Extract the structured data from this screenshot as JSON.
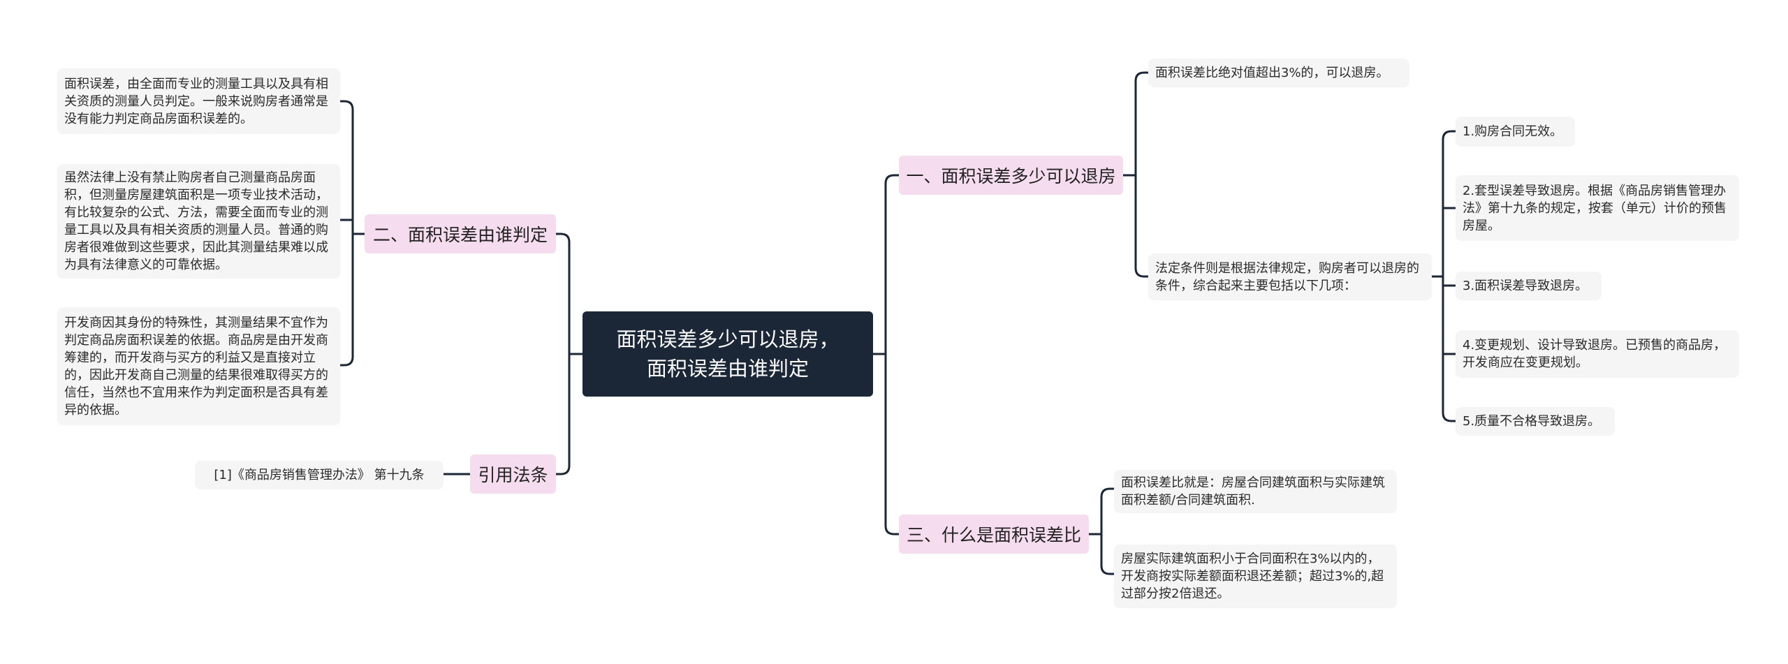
{
  "root": {
    "line1": "面积误差多少可以退房，",
    "line2": "面积误差由谁判定"
  },
  "left": {
    "branch_who": {
      "label": "二、面积误差由谁判定",
      "leaves": [
        "面积误差，由全面而专业的测量工具以及具有相关资质的测量人员判定。一般来说购房者通常是没有能力判定商品房面积误差的。",
        "虽然法律上没有禁止购房者自己测量商品房面积，但测量房屋建筑面积是一项专业技术活动，有比较复杂的公式、方法，需要全面而专业的测量工具以及具有相关资质的测量人员。普通的购房者很难做到这些要求，因此其测量结果难以成为具有法律意义的可靠依据。",
        "开发商因其身份的特殊性，其测量结果不宜作为判定商品房面积误差的依据。商品房是由开发商筹建的，而开发商与买方的利益又是直接对立的，因此开发商自己测量的结果很难取得买方的信任，当然也不宜用来作为判定面积是否具有差异的依据。"
      ]
    },
    "branch_cite": {
      "label": "引用法条",
      "leaves": [
        "[1]《商品房销售管理办法》 第十九条"
      ]
    }
  },
  "right": {
    "branch_refund": {
      "label": "一、面积误差多少可以退房",
      "leaves": [
        "面积误差比绝对值超出3%的，可以退房。",
        "法定条件则是根据法律规定，购房者可以退房的条件，综合起来主要包括以下几项："
      ],
      "sub_items": [
        "1.购房合同无效。",
        "2.套型误差导致退房。根据《商品房销售管理办法》第十九条的规定，按套（单元）计价的预售房屋。",
        "3.面积误差导致退房。",
        "4.变更规划、设计导致退房。已预售的商品房，开发商应在变更规划。",
        "5.质量不合格导致退房。"
      ]
    },
    "branch_ratio": {
      "label": "三、什么是面积误差比",
      "leaves": [
        "面积误差比就是：房屋合同建筑面积与实际建筑面积差额/合同建筑面积.",
        "房屋实际建筑面积小于合同面积在3%以内的，开发商按实际差额面积退还差额；超过3%的,超过部分按2倍退还。"
      ]
    }
  },
  "colors": {
    "root": "#1b2636",
    "branch": "#f5dcef",
    "leaf": "#f5f5f5",
    "line": "#1b2636"
  }
}
